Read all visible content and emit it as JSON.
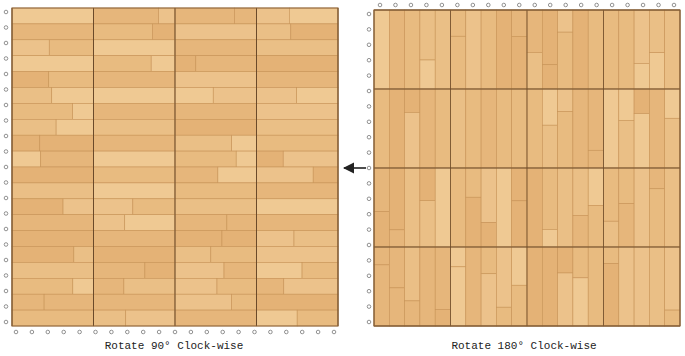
{
  "diagram": {
    "nodes": [
      {
        "text": [
          "Rotate 90° Clock-wise"
        ]
      },
      {
        "text": [
          "Rotate 180° Clock-wise"
        ]
      }
    ],
    "edges": [
      {
        "from": 1,
        "to": 0,
        "arrow": "to"
      }
    ]
  }
}
